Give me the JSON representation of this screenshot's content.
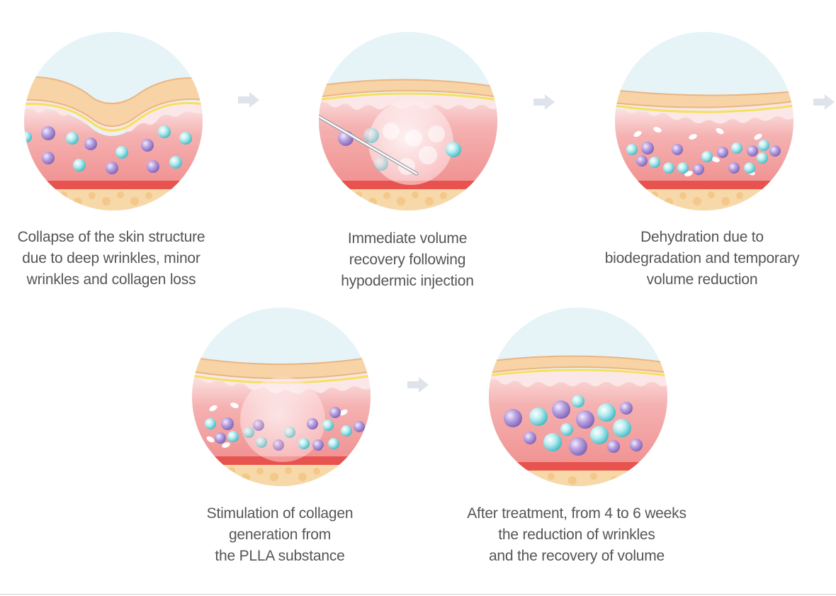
{
  "steps": [
    {
      "caption_lines": [
        "Collapse of the skin structure",
        "due to deep wrinkles, minor",
        "wrinkles and collagen loss"
      ]
    },
    {
      "caption_lines": [
        "Immediate volume",
        "recovery following",
        "hypodermic injection"
      ]
    },
    {
      "caption_lines": [
        "Dehydration due to",
        "biodegradation and temporary",
        "volume reduction"
      ]
    },
    {
      "caption_lines": [
        "Stimulation of collagen",
        "generation from",
        "the PLLA substance"
      ]
    },
    {
      "caption_lines": [
        "After treatment,  from 4 to 6 weeks",
        "the reduction of wrinkles",
        "and the recovery of volume"
      ]
    }
  ],
  "colors": {
    "sky": "#e6f4f8",
    "epidermis": "#f7d3a6",
    "epidermis_edge": "#e9b584",
    "yellow_line": "#f4e15c",
    "dermis_light": "#fbe7e7",
    "dermis": "#f4a8a8",
    "dermis_deep": "#ef9191",
    "dermis_band": "#e8534f",
    "fat": "#f7d8a8",
    "fat_dot": "#f2c582",
    "arrow": "#dfe3ec",
    "text": "#555555"
  }
}
